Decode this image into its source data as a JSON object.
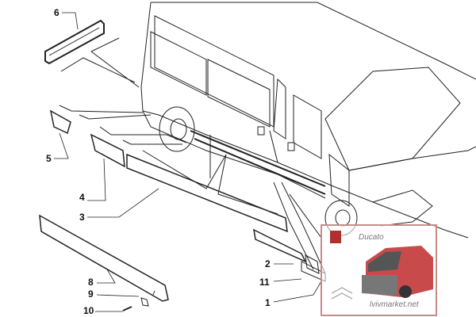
{
  "diagram": {
    "callouts": [
      {
        "id": "6",
        "label": "6"
      },
      {
        "id": "5",
        "label": "5"
      },
      {
        "id": "4",
        "label": "4"
      },
      {
        "id": "3",
        "label": "3"
      },
      {
        "id": "8",
        "label": "8"
      },
      {
        "id": "9",
        "label": "9"
      },
      {
        "id": "10",
        "label": "10"
      },
      {
        "id": "2",
        "label": "2"
      },
      {
        "id": "11",
        "label": "11"
      },
      {
        "id": "1",
        "label": "1"
      }
    ]
  },
  "watermark": {
    "model": "Ducato",
    "site": "lvivmarket.net",
    "accent": "#c0392b"
  }
}
